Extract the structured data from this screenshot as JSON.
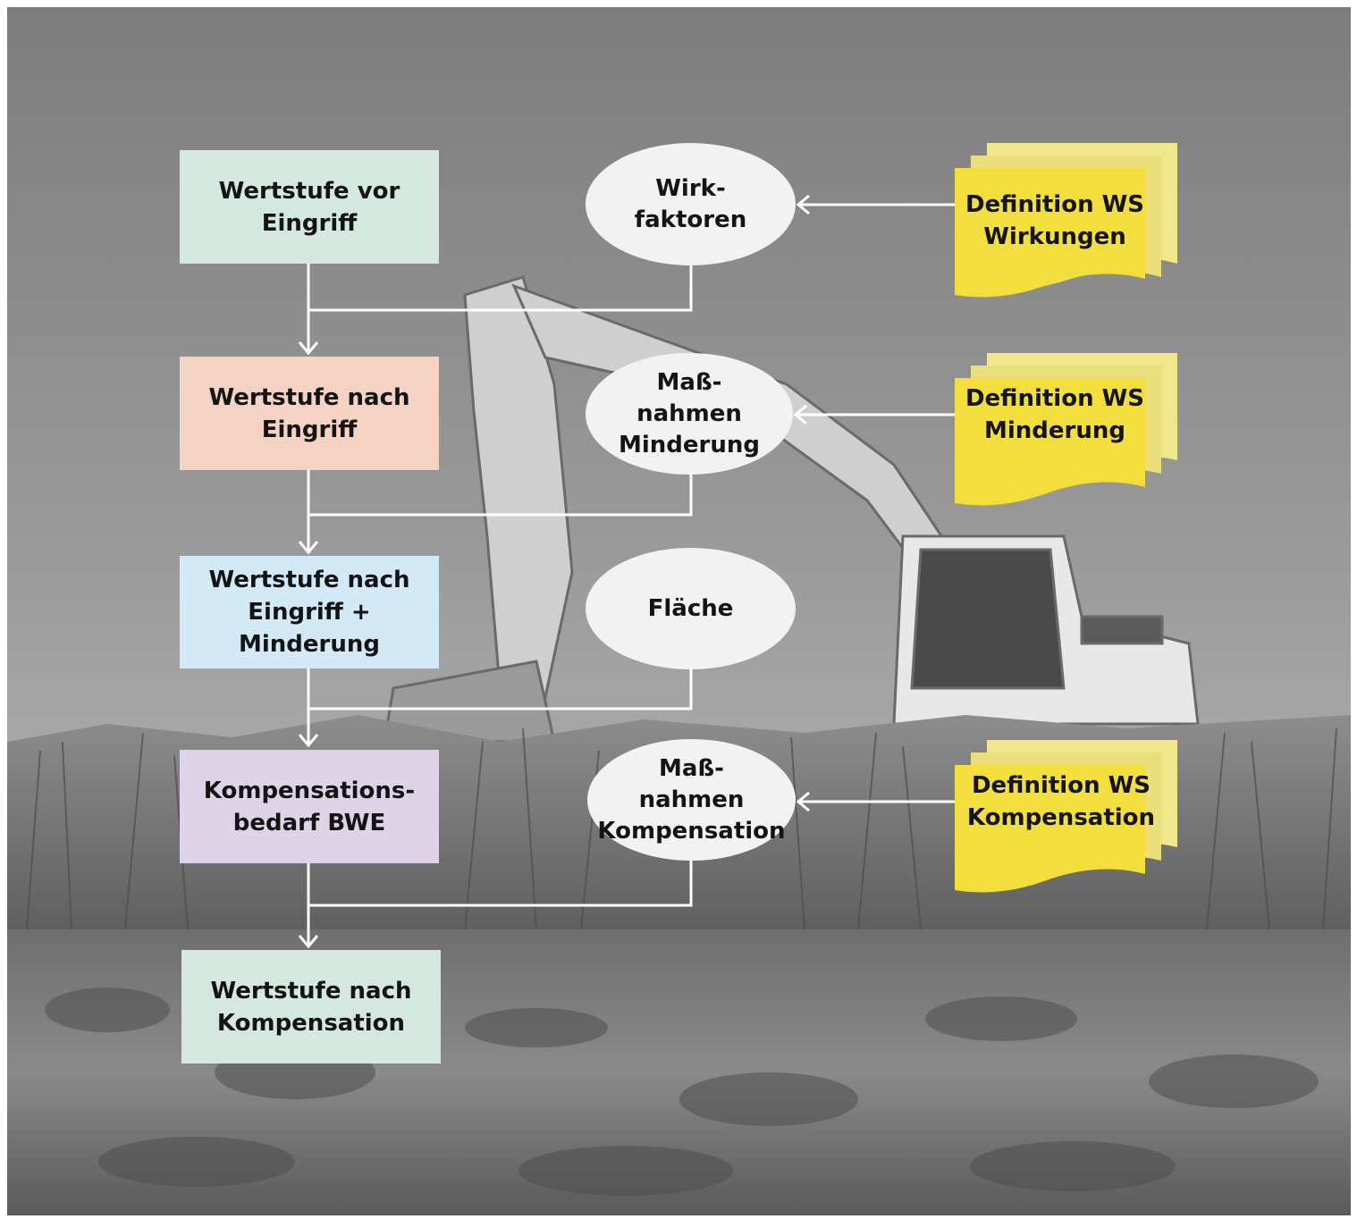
{
  "colors": {
    "box_green": "#d4e8e0",
    "box_salmon": "#f4d3c4",
    "box_blue": "#d3e9f6",
    "box_lilac": "#dfd3e8",
    "ellipse": "#f2f2f2",
    "doc_front": "#f2de3c",
    "doc_back": "#f0e68c",
    "connector": "#ffffff"
  },
  "boxes": {
    "vor": "Wertstufe vor\nEingriff",
    "nach": "Wertstufe nach\nEingriff",
    "minderung": "Wertstufe nach\nEingriff + Minderung",
    "bedarf": "Kompensations-\nbedarf BWE",
    "kompensation": "Wertstufe nach\nKompensation"
  },
  "ellipses": {
    "wirkfaktoren": "Wirk-\nfaktoren",
    "massnahmen_minderung": "Maß-\nnahmen\nMinderung",
    "flaeche": "Fläche",
    "massnahmen_kompensation": "Maß-\nnahmen\nKompensation"
  },
  "documents": {
    "wirkungen": "Definition WS\nWirkungen",
    "minderung": "Definition WS\nMinderung",
    "kompensation": "Definition WS\nKompensation"
  }
}
